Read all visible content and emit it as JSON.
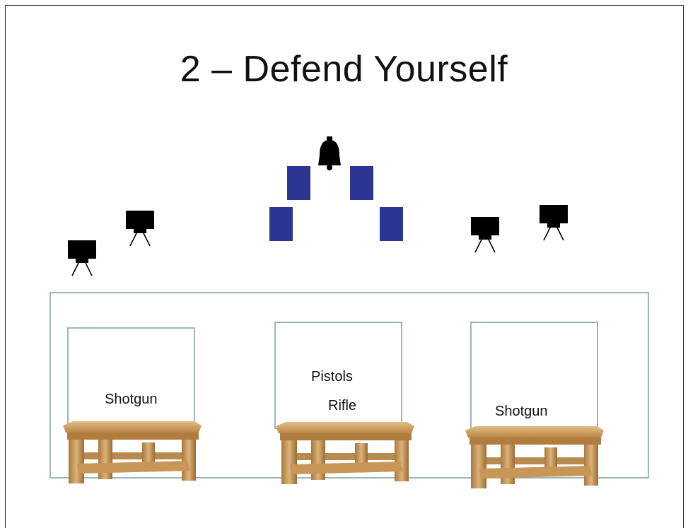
{
  "slide": {
    "title": "2 – Defend Yourself"
  },
  "colors": {
    "target_blue": "#2b3592",
    "steel_black": "#000000",
    "bay_outline": "#7f9ea3",
    "table_wood": "#c99c5c"
  },
  "icons": {
    "bell": "bell-icon",
    "steel_target": "steel-target-icon",
    "table": "table-icon"
  },
  "bays": [
    {
      "labels": [
        "Shotgun"
      ]
    },
    {
      "labels": [
        "Pistols",
        "Rifle"
      ]
    },
    {
      "labels": [
        "Shotgun"
      ]
    }
  ]
}
